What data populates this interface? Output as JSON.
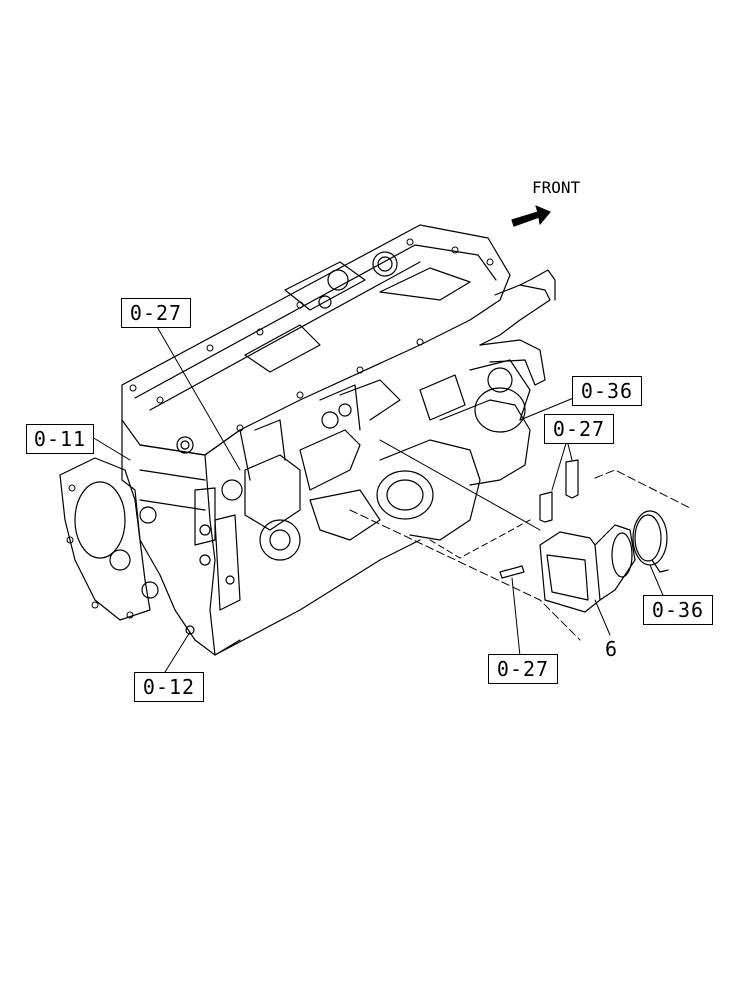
{
  "diagram": {
    "orientation_label": "FRONT",
    "part_number": "6",
    "callouts": {
      "c027_top": "0-27",
      "c011": "0-11",
      "c036_top": "0-36",
      "c027_right": "0-27",
      "c036_bottom": "0-36",
      "c027_bottom": "0-27",
      "c012": "0-12"
    }
  }
}
